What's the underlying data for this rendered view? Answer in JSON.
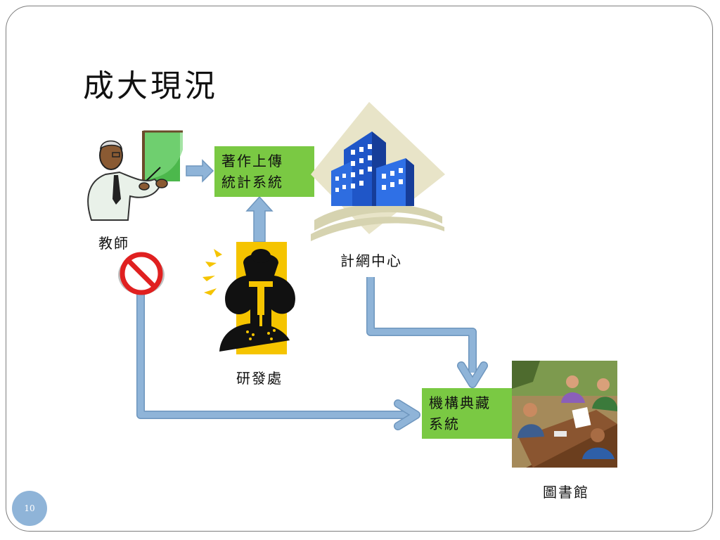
{
  "slide": {
    "title": "成大現況",
    "page_number": "10"
  },
  "nodes": {
    "teacher": {
      "label": "教師"
    },
    "upload_system": {
      "line1": "著作上傳",
      "line2": "統計系統"
    },
    "computer_center": {
      "label": "計網中心"
    },
    "research_office": {
      "label": "研發處"
    },
    "repository": {
      "line1": "機構典藏",
      "line2": "系統"
    },
    "library": {
      "label": "圖書館"
    }
  },
  "colors": {
    "arrow": "#8fb4d8",
    "arrow_stroke": "#6e96be",
    "green_box": "#7ac943",
    "prohibited": "#e02020"
  },
  "icons": [
    "teacher-icon",
    "office-buildings-icon",
    "worker-jackhammer-icon",
    "prohibited-icon",
    "meeting-photo-icon"
  ]
}
